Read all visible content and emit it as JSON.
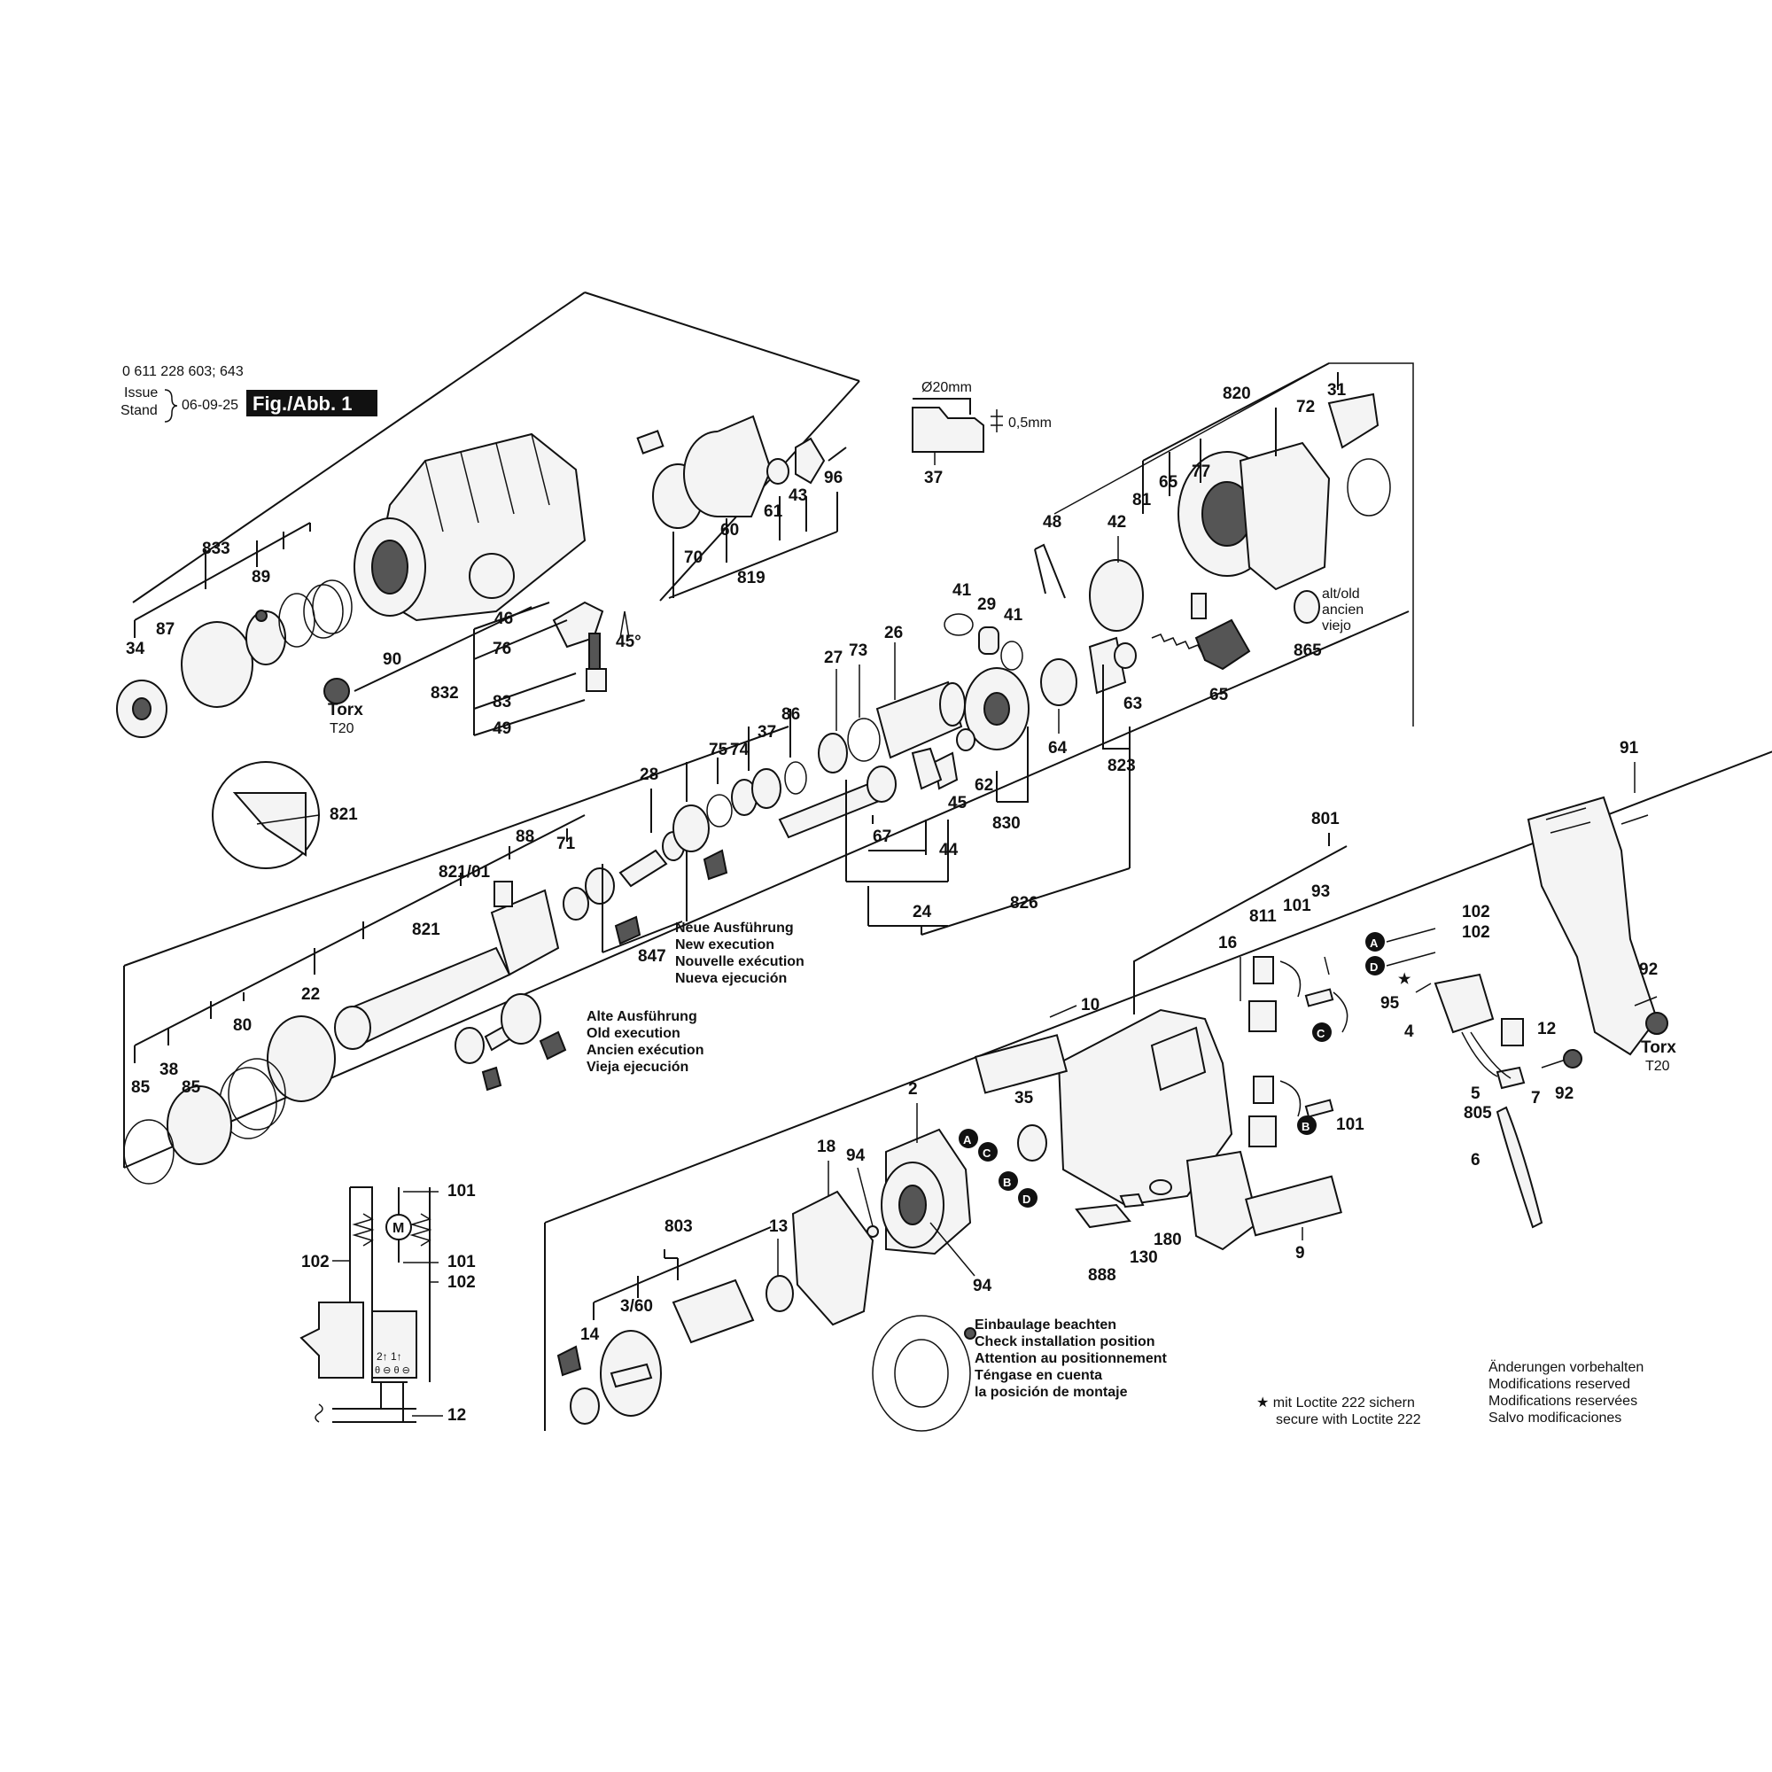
{
  "header": {
    "model": "0 611 228 603; 643",
    "issue_label_1": "Issue",
    "issue_label_2": "Stand",
    "issue_date": "06-09-25",
    "figure": "Fig./Abb. 1"
  },
  "dimension_detail": {
    "diameter": "Ø20mm",
    "thickness": "0,5mm",
    "part": "37"
  },
  "part_numbers": {
    "p833": "833",
    "p89": "89",
    "p87": "87",
    "p34": "34",
    "p90": "90",
    "p46": "46",
    "p76": "76",
    "p832": "832",
    "p83": "83",
    "p49": "49",
    "p70": "70",
    "p60": "60",
    "p61": "61",
    "p43": "43",
    "p96": "96",
    "p819": "819",
    "p821": "821",
    "p821_01": "821/01",
    "p88": "88",
    "p71": "71",
    "p821b": "821",
    "p22": "22",
    "p80": "80",
    "p85a": "85",
    "p38": "38",
    "p85b": "85",
    "p28": "28",
    "p75": "75",
    "p74": "74",
    "p37": "37",
    "p86": "86",
    "p847": "847",
    "p27": "27",
    "p73": "73",
    "p26": "26",
    "p41a": "41",
    "p29": "29",
    "p41b": "41",
    "p48": "48",
    "p42": "42",
    "p81": "81",
    "p65a": "65",
    "p77": "77",
    "p820": "820",
    "p72": "72",
    "p31": "31",
    "p865": "865",
    "p65b": "65",
    "p64": "64",
    "p63": "63",
    "p823": "823",
    "p62": "62",
    "p45": "45",
    "p830": "830",
    "p67": "67",
    "p44": "44",
    "p24": "24",
    "p826": "826",
    "p801": "801",
    "p91": "91",
    "p92a": "92",
    "p92b": "92",
    "p93": "93",
    "p811": "811",
    "p101a": "101",
    "p16": "16",
    "p102a": "102",
    "p102b": "102",
    "p95": "95",
    "p4": "4",
    "p12a": "12",
    "p7": "7",
    "p5": "5",
    "p805": "805",
    "p6": "6",
    "p10": "10",
    "p101b": "101",
    "p35": "35",
    "p9": "9",
    "p180": "180",
    "p130": "130",
    "p888": "888",
    "p2": "2",
    "p94a": "94",
    "p18": "18",
    "p13": "13",
    "p803": "803",
    "p3_60": "3/60",
    "p14": "14",
    "p94b": "94",
    "p101c": "101",
    "p101d": "101",
    "p102c": "102",
    "p102d": "102",
    "p12b": "12"
  },
  "tool_labels": {
    "torx_1": "Torx",
    "torx_1_size": "T20",
    "torx_2": "Torx",
    "torx_2_size": "T20",
    "angle": "45°",
    "old_1": "alt/old",
    "old_2": "ancien",
    "old_3": "viejo"
  },
  "markers": {
    "a": "A",
    "b": "B",
    "c": "C",
    "d": "D",
    "m": "M"
  },
  "notes": {
    "new_exec": [
      "Neue Ausführung",
      "New execution",
      "Nouvelle exécution",
      "Nueva ejecución"
    ],
    "old_exec": [
      "Alte Ausführung",
      "Old execution",
      "Ancien exécution",
      "Vieja ejecución"
    ],
    "install": [
      "Einbaulage beachten",
      "Check installation position",
      "Attention au positionnement",
      "Téngase en cuenta",
      "la posición de montaje"
    ],
    "loctite": [
      "★ mit Loctite 222 sichern",
      "secure with Loctite 222"
    ],
    "modifications": [
      "Änderungen vorbehalten",
      "Modifications reserved",
      "Modifications reservées",
      "Salvo modificaciones"
    ]
  },
  "switch_label": {
    "line1": "2↑ 1↑",
    "line2": "θ ⊖ θ ⊖"
  }
}
